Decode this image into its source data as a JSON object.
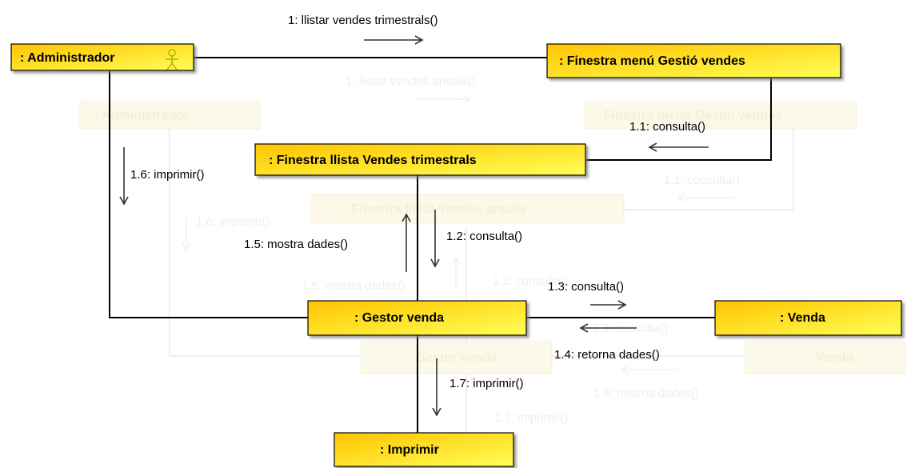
{
  "ghost": {
    "administrador": ": Administrador",
    "finestra_menu": ": Finestra menú Gestió vendes",
    "finestra_llista": ": Finestra llista Vendes anuals",
    "gestor": ": Gestor venda",
    "venda": ": Venda",
    "msg_1": "1: llistar vendes anuals()",
    "msg_1_1": "1.1: consulta()",
    "msg_1_2": "1.2: consulta()",
    "msg_1_3": "1.3: consulta()",
    "msg_1_4": "1.4: retorna dades()",
    "msg_1_5": "1.5: mostra dades()",
    "msg_1_6": "1.6: imprimir()",
    "msg_1_7": "1.7: imprimir()"
  },
  "objects": {
    "administrador": ": Administrador",
    "finestra_menu": ": Finestra menú Gestió vendes",
    "finestra_llista": ": Finestra llista Vendes trimestrals",
    "gestor": ": Gestor venda",
    "venda": ": Venda",
    "imprimir": ": Imprimir"
  },
  "messages": {
    "msg_1": "1: llistar vendes trimestrals()",
    "msg_1_1": "1.1: consulta()",
    "msg_1_2": "1.2: consulta()",
    "msg_1_3": "1.3: consulta()",
    "msg_1_4": "1.4: retorna dades()",
    "msg_1_5": "1.5: mostra dades()",
    "msg_1_6": "1.6: imprimir()",
    "msg_1_7": "1.7: imprimir()"
  },
  "colors": {
    "box_top": "#ffcc00",
    "box_bottom": "#ffff44",
    "box_border": "#000000",
    "actor_icon": "#cccc00"
  }
}
